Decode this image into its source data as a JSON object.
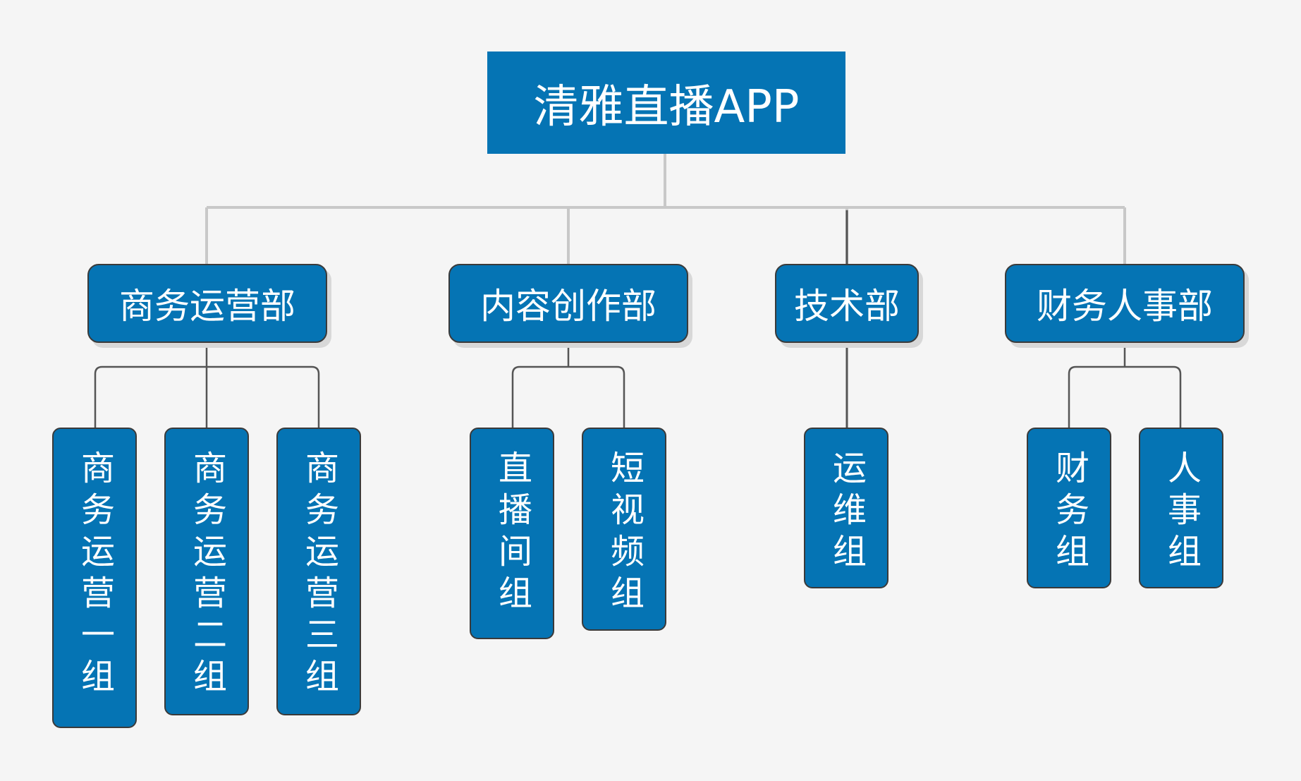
{
  "colors": {
    "box_fill": "#0574b4",
    "background": "#f5f5f5",
    "connector_light": "#c8c8c8",
    "connector_dark": "#555555"
  },
  "root": {
    "label": "清雅直播APP"
  },
  "departments": [
    {
      "label": "商务运营部",
      "groups": [
        "商务运营一组",
        "商务运营二组",
        "商务运营三组"
      ]
    },
    {
      "label": "内容创作部",
      "groups": [
        "直播间组",
        "短视频组"
      ]
    },
    {
      "label": "技术部",
      "groups": [
        "运维组"
      ]
    },
    {
      "label": "财务人事部",
      "groups": [
        "财务组",
        "人事组"
      ]
    }
  ]
}
